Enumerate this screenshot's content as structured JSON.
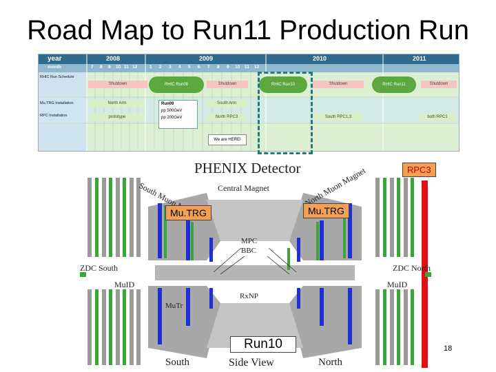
{
  "slide": {
    "title": "Road Map to Run11 Production Run",
    "page_number": "18"
  },
  "roadmap": {
    "header": {
      "year_label": "year",
      "month_label": "month"
    },
    "years": [
      "2008",
      "2009",
      "2010",
      "2011"
    ],
    "months": [
      "7",
      "8",
      "9",
      "10",
      "11",
      "12",
      "1",
      "2",
      "3",
      "4",
      "5",
      "6",
      "7",
      "8",
      "9",
      "10",
      "11",
      "12"
    ],
    "rows": [
      "RHIC Run Schedule",
      "Mu.TRG Installation",
      "RPC Installation"
    ],
    "schedule": [
      "Shutdown",
      "RHIC Run09",
      "Shutdown",
      "RHIC Run10",
      "Shutdown",
      "RHIC Run11",
      "Shutdown"
    ],
    "mutrg": [
      "North Arm",
      "South Arm"
    ],
    "rpc": [
      "prototype",
      "North RPC3",
      "South RPC1,3",
      "both RPC1"
    ],
    "run09": [
      "Run09",
      "pp 500GeV",
      "pp 200GeV"
    ],
    "here": "We are HERE!"
  },
  "detector": {
    "heading": "PHENIX Detector",
    "central": "Central Magnet",
    "south_magnet": "South Muon Magnet",
    "north_magnet": "North Muon Magnet",
    "mpc": "MPC",
    "bbc": "BBC",
    "rxnp": "RxNP",
    "zdc_south": "ZDC South",
    "zdc_north": "ZDC North",
    "muid_left": "MuID",
    "muid_right": "MuID",
    "mutr": "MuTr",
    "south": "South",
    "north": "North",
    "side_view": "Side View",
    "tag_rpc3": "RPC3",
    "tag_mutrg_left": "Mu.TRG",
    "tag_mutrg_right": "Mu.TRG",
    "tag_run10": "Run10"
  },
  "colors": {
    "blue_bar": "#1f2fd6",
    "green_bar": "#3aa63a",
    "red_bar": "#e01010",
    "gray": "#9a9a9a"
  }
}
